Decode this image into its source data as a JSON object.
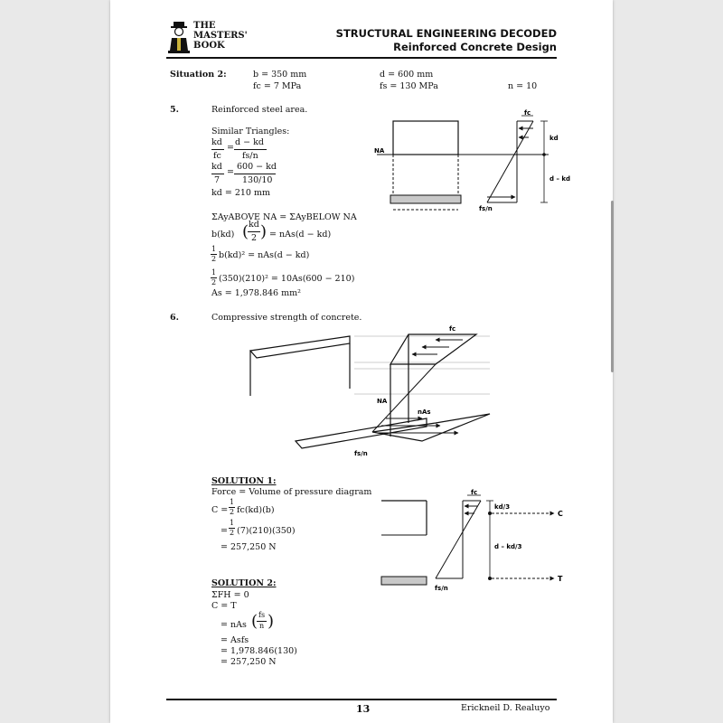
{
  "header": {
    "logo_line1": "THE",
    "logo_line2": "MASTERS'",
    "logo_line3": "BOOK",
    "title": "STRUCTURAL ENGINEERING DECODED",
    "subtitle": "Reinforced Concrete Design"
  },
  "situation": {
    "label": "Situation 2:",
    "b": "b = 350 mm",
    "fc": "fc = 7 MPa",
    "d": "d = 600 mm",
    "fs": "fs = 130 MPa",
    "n": "n = 10"
  },
  "problem5": {
    "number": "5.",
    "title": "Reinforced steel area.",
    "similar": "Similar Triangles:",
    "eq1_lhs_num": "kd",
    "eq1_lhs_den": "fc",
    "eq1_rhs_num": "d − kd",
    "eq1_rhs_den": "fs/n",
    "eq2_lhs_num": "kd",
    "eq2_lhs_den": "7",
    "eq2_rhs_num": "600 − kd",
    "eq2_rhs_den": "130/10",
    "eq3": "kd = 210 mm",
    "eq4": "ΣAyABOVE NA = ΣAyBELOW NA",
    "eq5_a": "b(kd)",
    "eq5_num": "kd",
    "eq5_den": "2",
    "eq5_b": "= nAs(d − kd)",
    "eq6": "b(kd)² = nAs(d − kd)",
    "eq7": "(350)(210)² = 10As(600 − 210)",
    "eq8": "As = 1,978.846 mm²",
    "half_num": "1",
    "half_den": "2"
  },
  "diagram5": {
    "fc_label": "fc",
    "kd_label": "kd",
    "na_label": "NA",
    "dkd_label": "d – kd",
    "fsn_label": "fs/n"
  },
  "problem6": {
    "number": "6.",
    "title": "Compressive strength of concrete."
  },
  "diagram6": {
    "fc_label": "fc",
    "na_label": "NA",
    "nas_label": "nAs",
    "fsn_label": "fs/n"
  },
  "solution1": {
    "heading": "SOLUTION 1:",
    "line1": "Force = Volume of pressure diagram",
    "line2_a": "C =",
    "line2_b": "fc(kd)(b)",
    "line3_a": "=",
    "line3_b": "(7)(210)(350)",
    "line4": "= 257,250 N"
  },
  "diagram7": {
    "fc_label": "fc",
    "kd3_label": "kd/3",
    "c_label": "C",
    "dkd3_label": "d – kd/3",
    "t_label": "T",
    "fsn_label": "fs/n"
  },
  "solution2": {
    "heading": "SOLUTION 2:",
    "line1": "ΣFH = 0",
    "line2": "C = T",
    "line3_a": "= nAs",
    "line3_num": "fs",
    "line3_den": "n",
    "line4": "= Asfs",
    "line5": "= 1,978.846(130)",
    "line6": "= 257,250 N"
  },
  "footer": {
    "page_number": "13",
    "author": "Erickneil D. Realuyo"
  }
}
